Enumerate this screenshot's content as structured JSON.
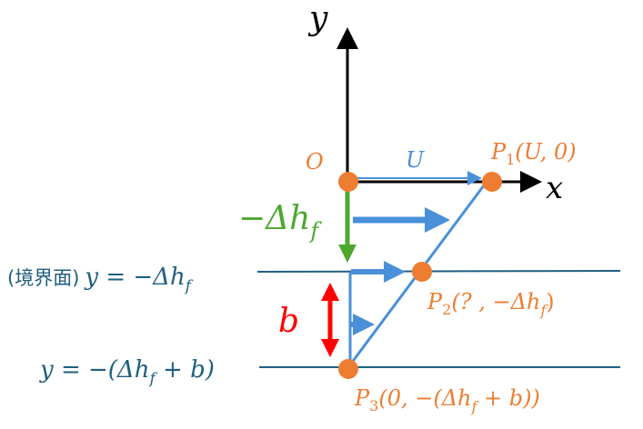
{
  "colors": {
    "axis": "#000000",
    "point": "#ED7D31",
    "velocity": "#4A90D9",
    "green": "#4EA72E",
    "red": "#FF0000",
    "line": "#1F5F7F"
  },
  "axes": {
    "y_label": "y",
    "x_label": "x",
    "origin_label": "O"
  },
  "velocity_label": "U",
  "p1": {
    "name": "P",
    "sub": "1",
    "coords": "(U, 0)"
  },
  "green_label": {
    "main": "−Δh",
    "sub": "f"
  },
  "boundary": {
    "prefix": "(境界面)",
    "eq": "y = −Δh",
    "sub": "f"
  },
  "bottom": {
    "eq": "y = −(Δh",
    "sub": "f",
    "tail": " + b)"
  },
  "b_label": "b",
  "p2": {
    "name": "P",
    "sub": "2",
    "coords_a": "(? , −Δh",
    "coords_sub": "f",
    "coords_b": ")"
  },
  "p3": {
    "name": "P",
    "sub": "3",
    "coords_a": "(0, −(Δh",
    "coords_sub": "f",
    "coords_b": " + b))"
  }
}
